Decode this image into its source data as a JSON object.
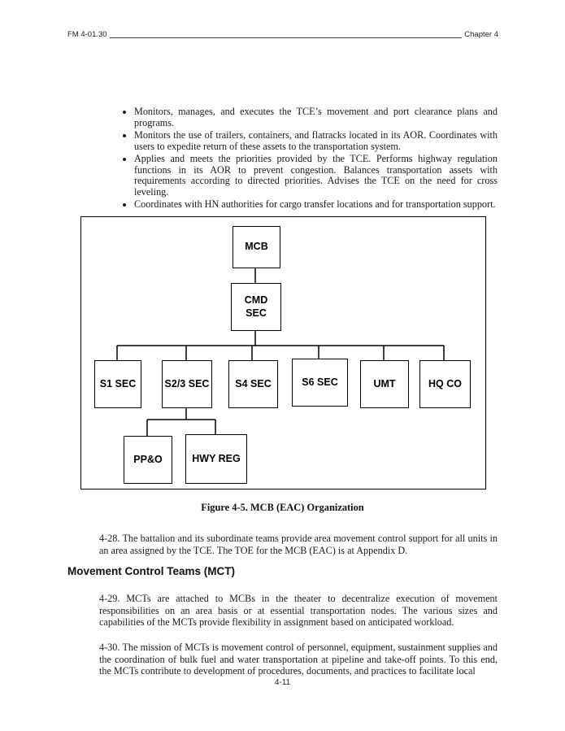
{
  "header": {
    "left": "FM 4-01.30",
    "right": "Chapter 4"
  },
  "bullets": [
    "Monitors, manages, and executes the TCE’s movement and port clearance plans and programs.",
    "Monitors the use of trailers, containers, and flatracks located in its AOR.  Coordinates with users to expedite return of these assets to the transportation system.",
    "Applies and meets the priorities provided by the TCE.  Performs highway regulation functions in its AOR to prevent congestion.  Balances transportation assets with requirements according to directed priorities.  Advises the TCE on the need for cross leveling.",
    "Coordinates with HN authorities for cargo transfer locations and for transportation support."
  ],
  "figure": {
    "caption": "Figure 4-5.  MCB (EAC) Organization",
    "nodes": {
      "mcb": "MCB",
      "cmd_sec": "CMD SEC",
      "s1_sec": "S1 SEC",
      "s23_sec": "S2/3 SEC",
      "s4_sec": "S4 SEC",
      "s6_sec": "S6 SEC",
      "umt": "UMT",
      "hq_co": "HQ CO",
      "ppo": "PP&O",
      "hwy_reg": "HWY REG"
    }
  },
  "sections": {
    "mct_heading": "Movement Control Teams (MCT)"
  },
  "paragraphs": {
    "p428": "4-28.  The battalion and its subordinate teams provide area movement control support for all units in an area assigned by the TCE.  The TOE for the MCB (EAC) is at Appendix D.",
    "p429": "4-29.  MCTs are attached to MCBs in the theater to decentralize execution of movement responsibilities on an area basis or at essential transportation nodes.  The various sizes and capabilities of the MCTs provide flexibility in assignment based on anticipated workload.",
    "p430": "4-30.  The mission of MCTs is movement control of personnel, equipment, sustainment supplies and the coordination of bulk fuel and water transportation at pipeline and take-off points.  To this end, the MCTs contribute to development of procedures, documents, and practices to facilitate local"
  },
  "footer": {
    "page_number": "4-11"
  }
}
